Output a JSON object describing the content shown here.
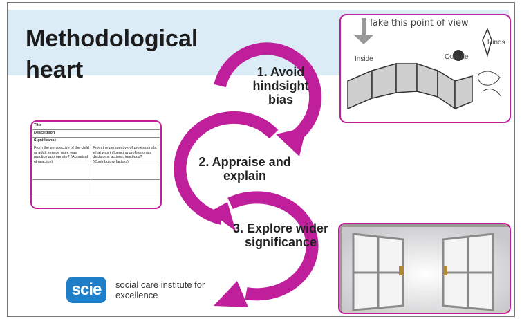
{
  "slide": {
    "title": "Methodological heart",
    "steps": [
      {
        "label": "1. Avoid hindsight bias"
      },
      {
        "label": "2. Appraise and explain"
      },
      {
        "label": "3. Explore wider significance"
      }
    ]
  },
  "form_image": {
    "rows": [
      "Title",
      "Description",
      "Significance"
    ],
    "col_left": "From the perspective of the child or adult service user, was practice appropriate? (Appraisal of practice)",
    "col_right": "From the perspective of professionals, what was influencing professionals decisions, actions, inactions? (Contributory factors)"
  },
  "viewpoint_image": {
    "caption": "Take this point of view",
    "inside": "Inside",
    "outside": "Outside",
    "hinds": "Hinds"
  },
  "logo": {
    "mark": "scie",
    "text": "social care institute for excellence"
  },
  "colors": {
    "arrow": "#bf1f9a",
    "title_band": "#dcecf7",
    "logo": "#1e7ec8"
  }
}
